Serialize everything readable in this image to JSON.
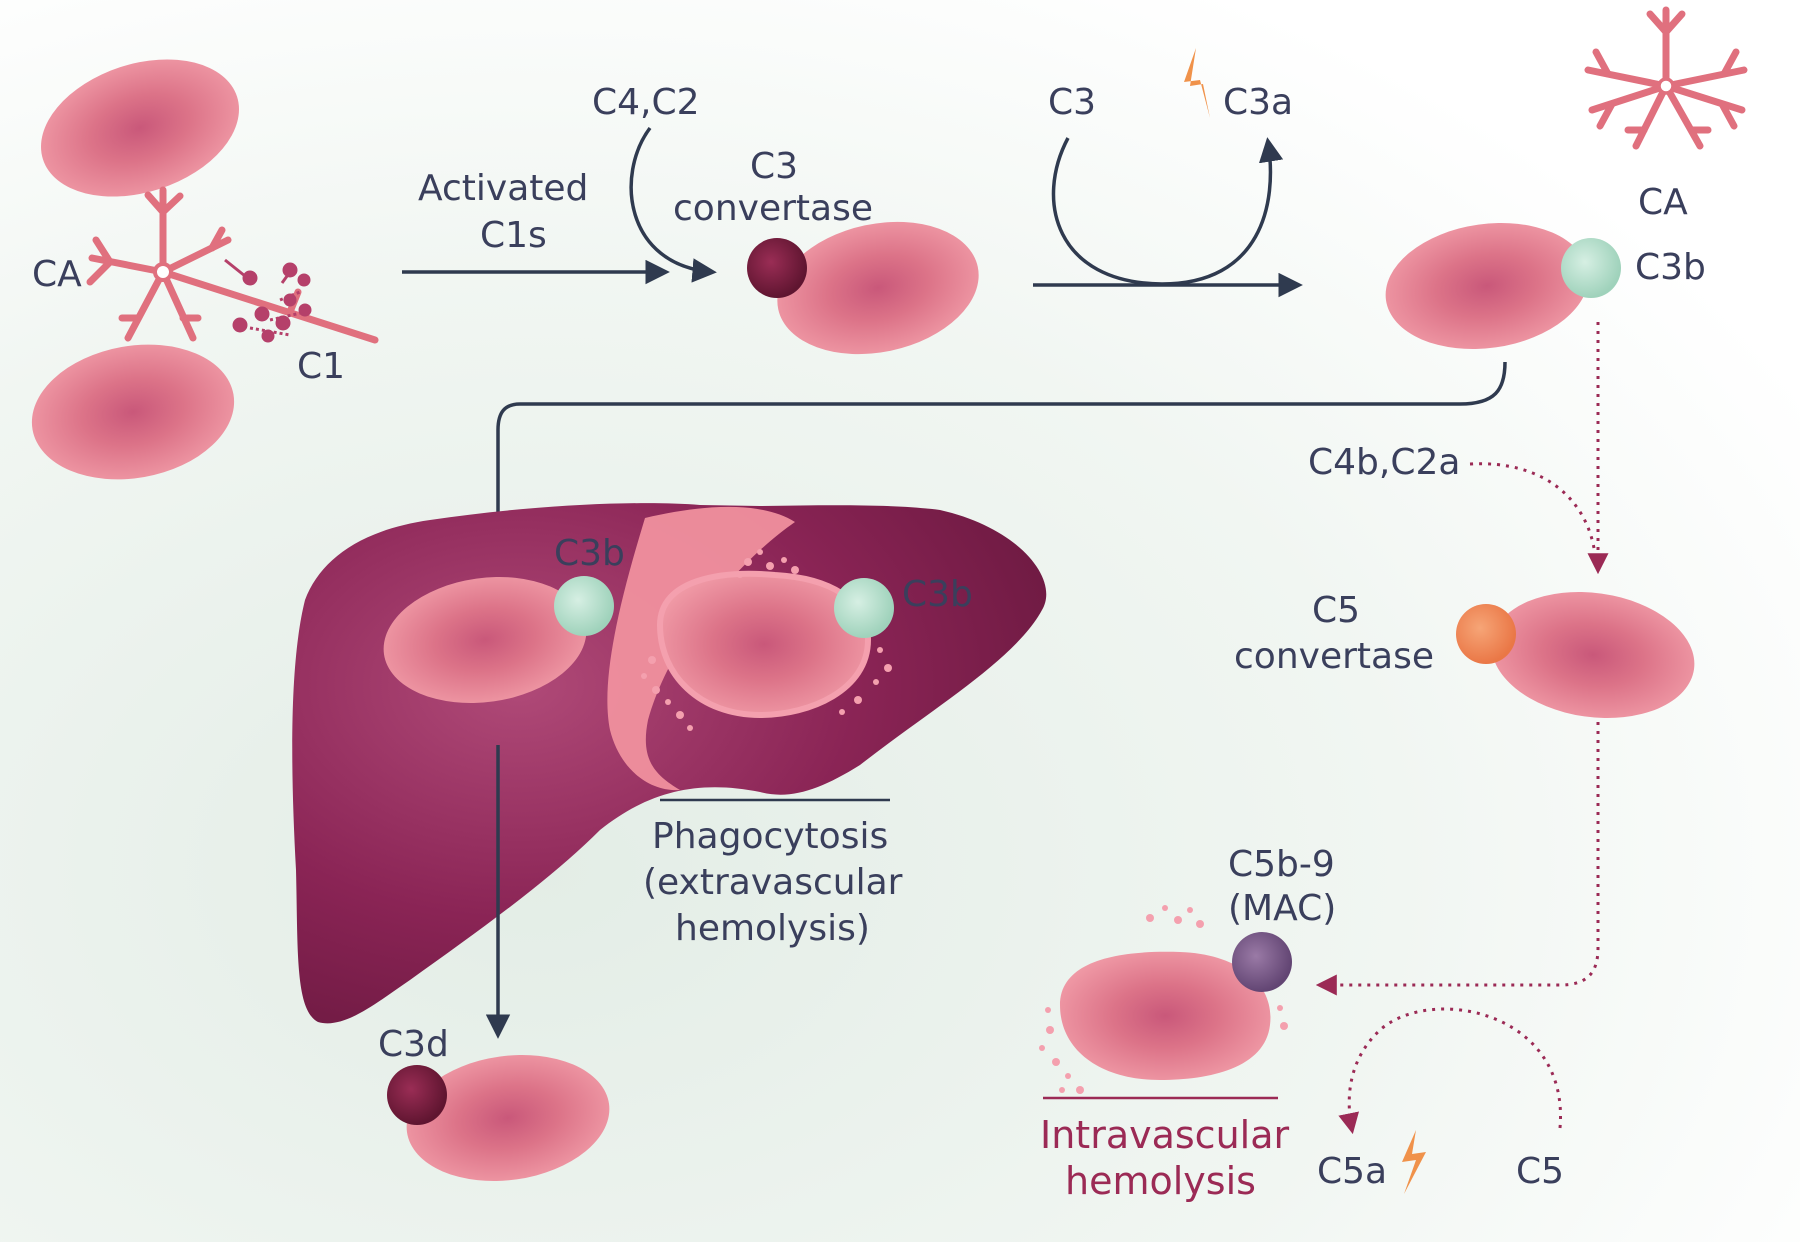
{
  "labels": {
    "ca_left": "CA",
    "c1": "C1",
    "activated": "Activated",
    "c1s": "C1s",
    "c4c2": "C4,C2",
    "c3conv_1": "C3",
    "c3conv_2": "convertase",
    "c3": "C3",
    "c3a": "C3a",
    "ca_right": "CA",
    "c3b_right": "C3b",
    "c4b_c2a": "C4b,C2a",
    "c5conv_1": "C5",
    "c5conv_2": "convertase",
    "c3b_liver_left": "C3b",
    "c3b_liver_right": "C3b",
    "phago_1": "Phagocytosis",
    "phago_2": "(extravascular",
    "phago_3": "hemolysis)",
    "c5b9": "C5b-9",
    "mac": "(MAC)",
    "intra_1": "Intravascular",
    "intra_2": "hemolysis",
    "c3d": "C3d",
    "c5a": "C5a",
    "c5": "C5"
  },
  "colors": {
    "arrow_dark": "#2f3a4f",
    "arrow_maroon": "#9b2a55",
    "rbc": "#e07a8e",
    "liver": "#8a2455",
    "c3b_bead": "#b9e0cf",
    "c5_bead": "#f08a5a",
    "mac_bead": "#7a5a8a",
    "c3_bead": "#7a1f3e",
    "c3d_bead": "#6e2648",
    "lightning": "#f0924a",
    "antibody": "#e0707e"
  },
  "icons": [
    "igm-antibody-icon",
    "lightning-icon",
    "lightning-icon"
  ]
}
